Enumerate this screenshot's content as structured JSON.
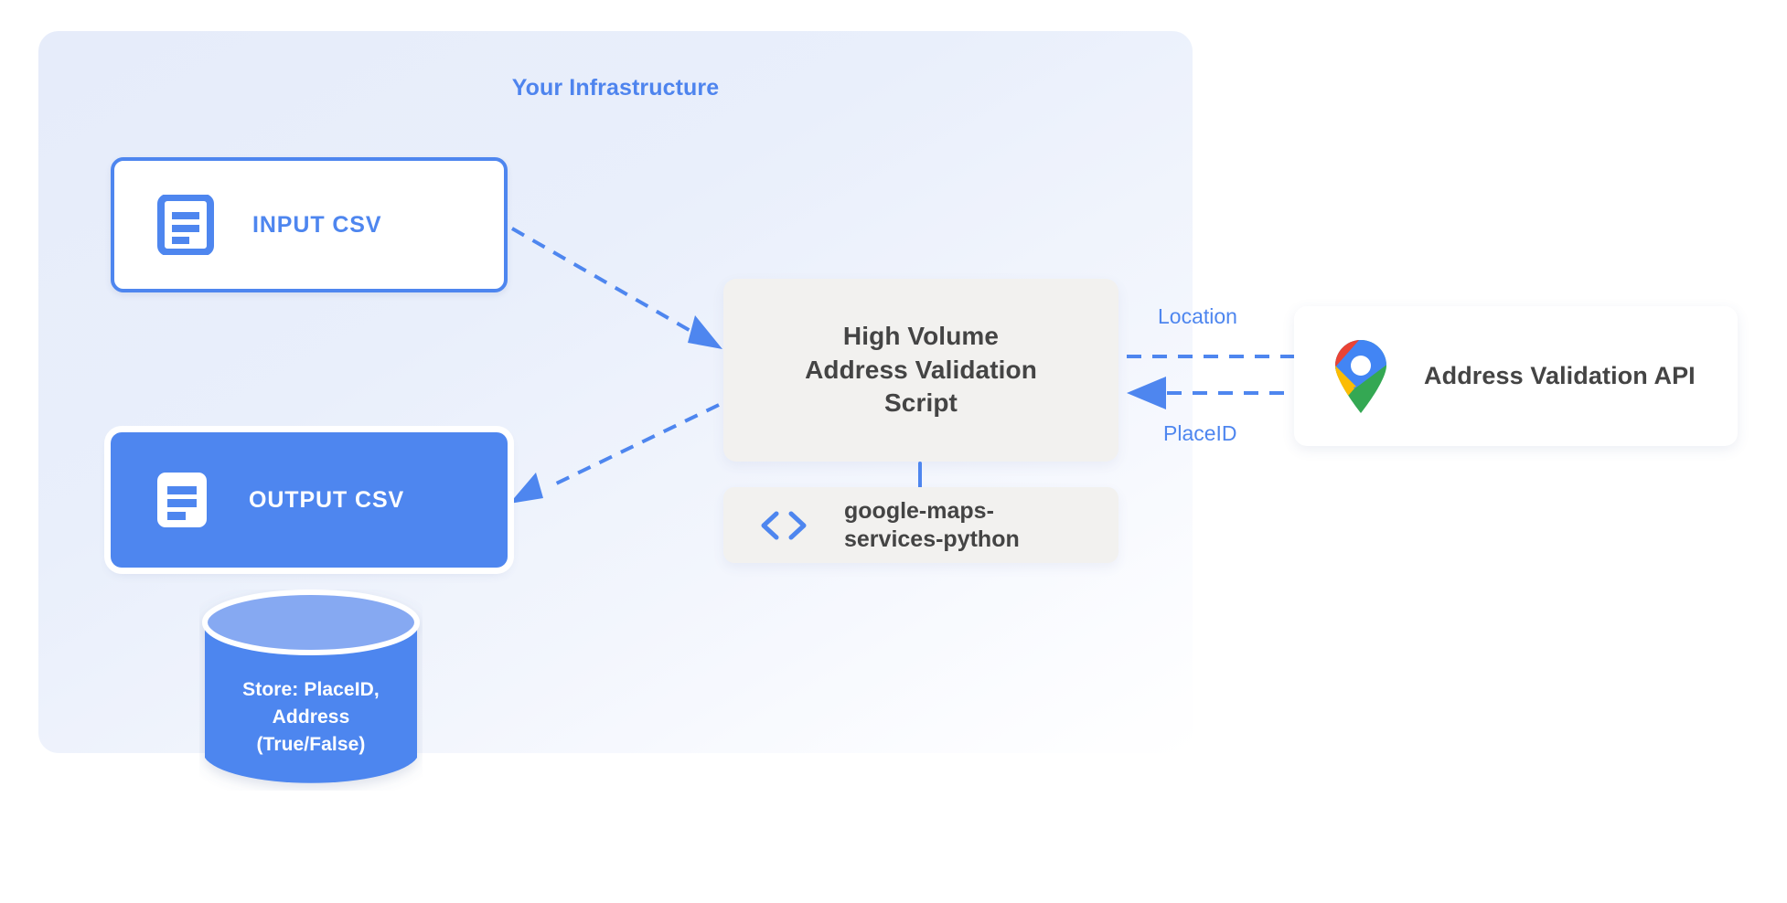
{
  "diagram": {
    "title": "Your Infrastructure",
    "accent_blue": "#4e86ef",
    "panel_bg": "#e8eefb",
    "node_gray": "#f2f1ef",
    "text_gray": "#444444"
  },
  "nodes": {
    "input_csv": {
      "label": "INPUT CSV",
      "icon": "document-icon",
      "style": "outlined-white"
    },
    "output_csv": {
      "label": "OUTPUT CSV",
      "icon": "document-icon",
      "style": "filled-blue"
    },
    "script": {
      "label_line1": "High Volume",
      "label_line2": "Address Validation",
      "label_line3": "Script"
    },
    "library": {
      "label_line1": "google-maps-",
      "label_line2": "services-python",
      "icon": "code-brackets-icon"
    },
    "api": {
      "label": "Address Validation API",
      "icon": "google-maps-pin-icon"
    },
    "database": {
      "label_line1": "Store: PlaceID,",
      "label_line2": "Address",
      "label_line3": "(True/False)",
      "icon": "database-cylinder-icon",
      "body_color": "#4e86ef",
      "top_color": "#86a9f2"
    }
  },
  "edges": {
    "location": "Location",
    "placeid": "PlaceID"
  }
}
